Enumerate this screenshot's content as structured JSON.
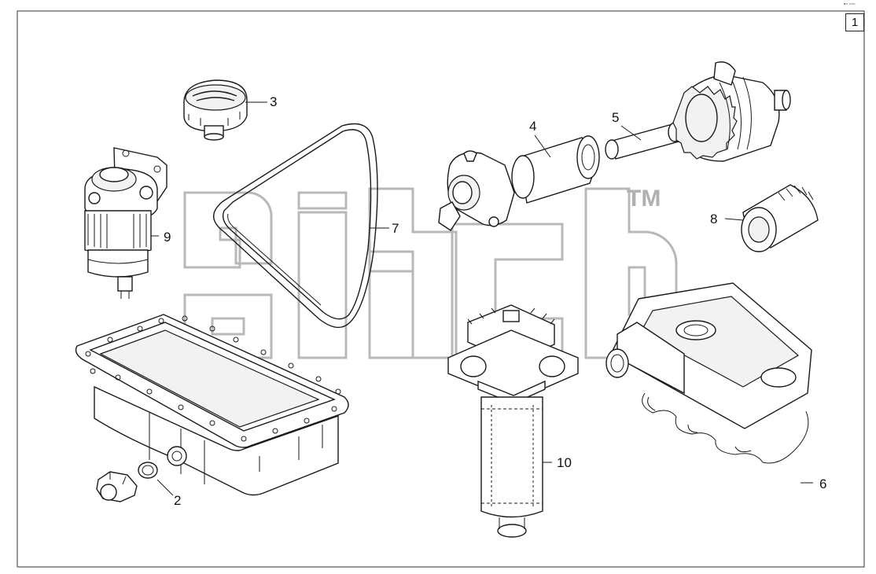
{
  "sheet": {
    "page_number": "1",
    "corner_mark": "▪▫ ▫▫▫",
    "frame": "drawing-frame"
  },
  "watermark": {
    "trademark": "TM"
  },
  "callouts": [
    {
      "id": "1",
      "label": "2"
    },
    {
      "id": "2",
      "label": "3"
    },
    {
      "id": "3",
      "label": "4"
    },
    {
      "id": "4",
      "label": "5"
    },
    {
      "id": "5",
      "label": "6"
    },
    {
      "id": "6",
      "label": "7"
    },
    {
      "id": "7",
      "label": "8"
    },
    {
      "id": "8",
      "label": "9"
    },
    {
      "id": "9",
      "label": "10"
    }
  ],
  "parts": [
    {
      "name": "drain-plug-and-washer",
      "callout": "2"
    },
    {
      "name": "filler-cap",
      "callout": "3"
    },
    {
      "name": "air-filter-element",
      "callout": "4"
    },
    {
      "name": "inner-safety-element",
      "callout": "5"
    },
    {
      "name": "valve-cover-with-gasket",
      "callout": "6"
    },
    {
      "name": "drive-belt",
      "callout": "7"
    },
    {
      "name": "oil-filter",
      "callout": "8"
    },
    {
      "name": "fuel-filter-assembly",
      "callout": "9"
    },
    {
      "name": "hydraulic-filter",
      "callout": "10"
    },
    {
      "name": "oil-pan",
      "callout": ""
    },
    {
      "name": "air-cleaner-housing",
      "callout": ""
    }
  ]
}
